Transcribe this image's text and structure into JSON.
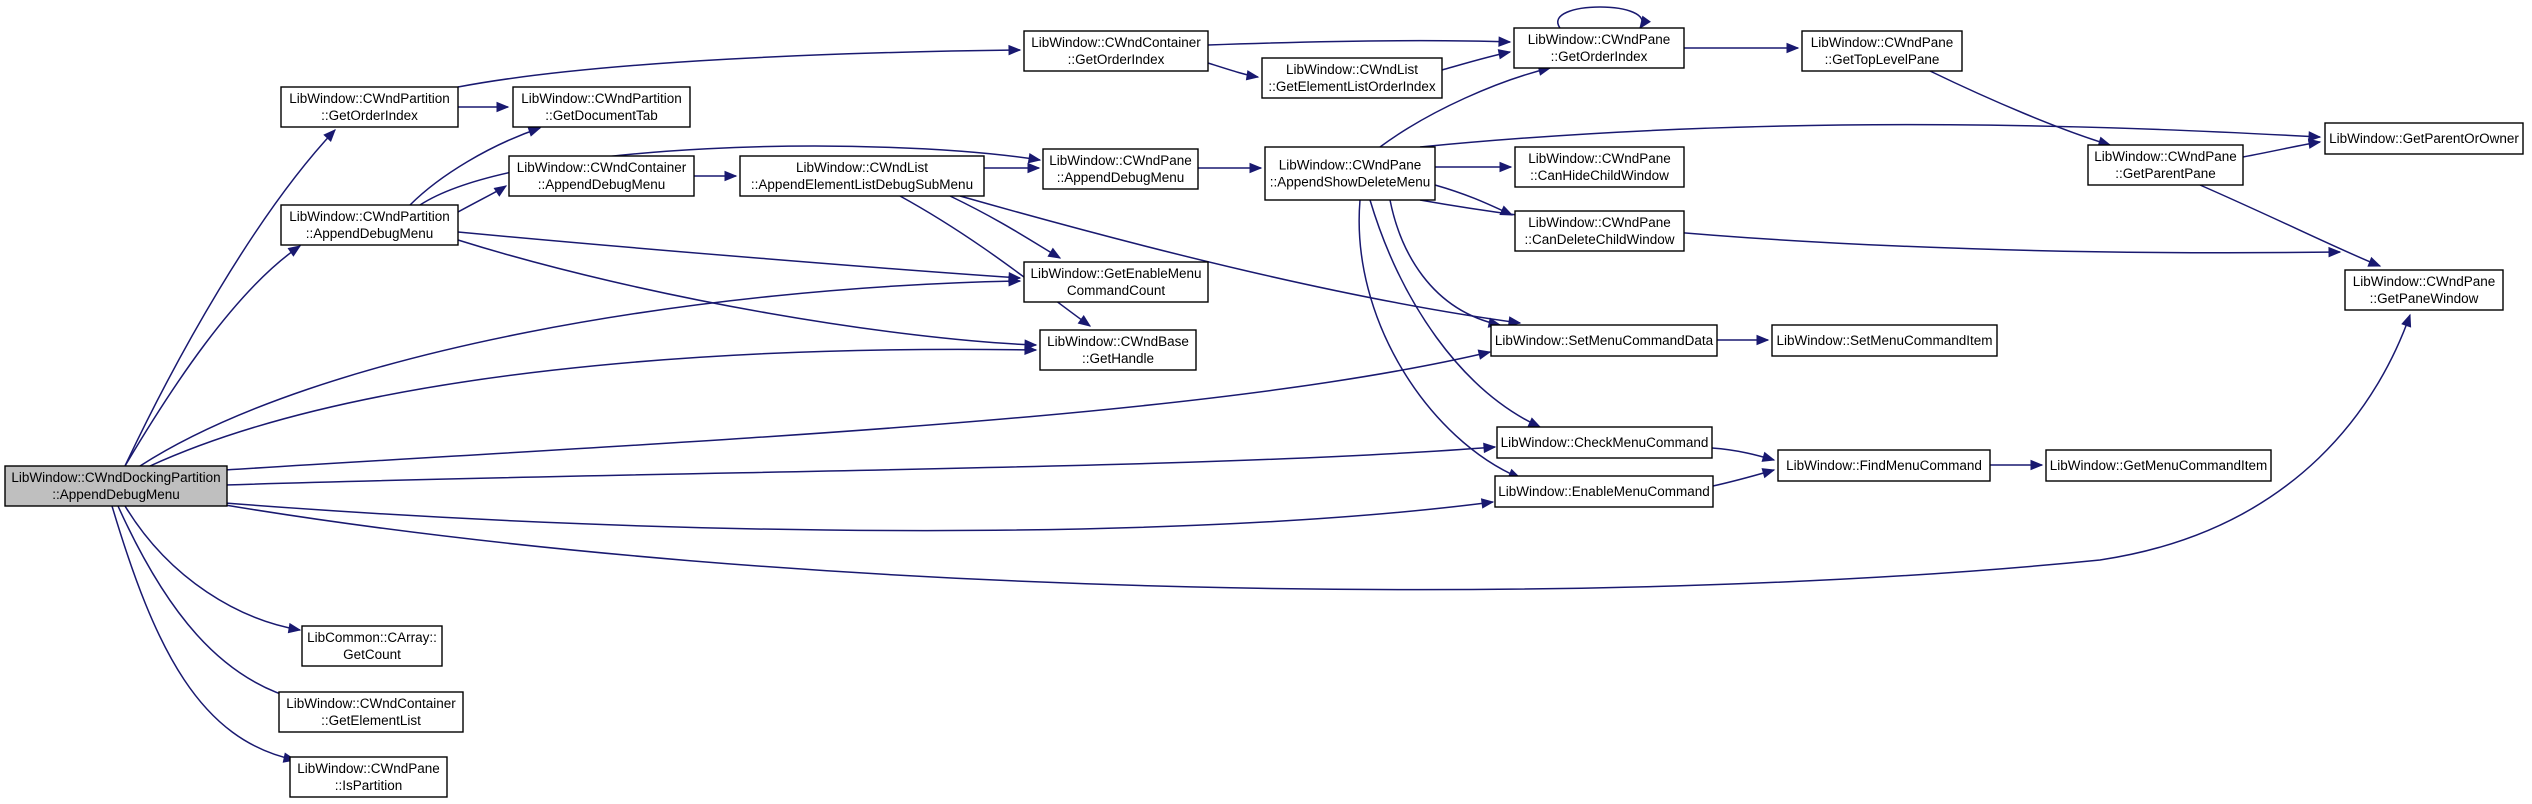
{
  "colors": {
    "edge": "#191970",
    "node_border": "#000000",
    "node_fill": "#ffffff",
    "root_fill": "#bfbfbf"
  },
  "nodes": [
    {
      "id": "root",
      "label": [
        "LibWindow::CWndDockingPartition",
        "::AppendDebugMenu"
      ],
      "root": true
    },
    {
      "id": "p_getorder",
      "label": [
        "LibWindow::CWndPartition",
        "::GetOrderIndex"
      ]
    },
    {
      "id": "p_appenddbg",
      "label": [
        "LibWindow::CWndPartition",
        "::AppendDebugMenu"
      ]
    },
    {
      "id": "p_getdoctab",
      "label": [
        "LibWindow::CWndPartition",
        "::GetDocumentTab"
      ]
    },
    {
      "id": "c_appenddbg",
      "label": [
        "LibWindow::CWndContainer",
        "::AppendDebugMenu"
      ]
    },
    {
      "id": "c_getorder",
      "label": [
        "LibWindow::CWndContainer",
        "::GetOrderIndex"
      ]
    },
    {
      "id": "l_getelemorder",
      "label": [
        "LibWindow::CWndList",
        "::GetElementListOrderIndex"
      ]
    },
    {
      "id": "l_appendsub",
      "label": [
        "LibWindow::CWndList",
        "::AppendElementListDebugSubMenu"
      ]
    },
    {
      "id": "pane_appenddbg",
      "label": [
        "LibWindow::CWndPane",
        "::AppendDebugMenu"
      ]
    },
    {
      "id": "pane_getorder",
      "label": [
        "LibWindow::CWndPane",
        "::GetOrderIndex"
      ]
    },
    {
      "id": "pane_gettop",
      "label": [
        "LibWindow::CWndPane",
        "::GetTopLevelPane"
      ]
    },
    {
      "id": "pane_showdel",
      "label": [
        "LibWindow::CWndPane",
        "::AppendShowDeleteMenu"
      ]
    },
    {
      "id": "pane_canhide",
      "label": [
        "LibWindow::CWndPane",
        "::CanHideChildWindow"
      ]
    },
    {
      "id": "pane_candel",
      "label": [
        "LibWindow::CWndPane",
        "::CanDeleteChildWindow"
      ]
    },
    {
      "id": "geten",
      "label": [
        "LibWindow::GetEnableMenu",
        "CommandCount"
      ]
    },
    {
      "id": "base_gethandle",
      "label": [
        "LibWindow::CWndBase",
        "::GetHandle"
      ]
    },
    {
      "id": "setdata",
      "label": [
        "LibWindow::SetMenuCommandData"
      ]
    },
    {
      "id": "setitem",
      "label": [
        "LibWindow::SetMenuCommandItem"
      ]
    },
    {
      "id": "check",
      "label": [
        "LibWindow::CheckMenuCommand"
      ]
    },
    {
      "id": "enable",
      "label": [
        "LibWindow::EnableMenuCommand"
      ]
    },
    {
      "id": "find",
      "label": [
        "LibWindow::FindMenuCommand"
      ]
    },
    {
      "id": "getitem",
      "label": [
        "LibWindow::GetMenuCommandItem"
      ]
    },
    {
      "id": "pane_getparent",
      "label": [
        "LibWindow::CWndPane",
        "::GetParentPane"
      ]
    },
    {
      "id": "getparentowner",
      "label": [
        "LibWindow::GetParentOrOwner"
      ]
    },
    {
      "id": "pane_getwin",
      "label": [
        "LibWindow::CWndPane",
        "::GetPaneWindow"
      ]
    },
    {
      "id": "carray_count",
      "label": [
        "LibCommon::CArray::",
        "GetCount"
      ]
    },
    {
      "id": "c_getelem",
      "label": [
        "LibWindow::CWndContainer",
        "::GetElementList"
      ]
    },
    {
      "id": "pane_ispart",
      "label": [
        "LibWindow::CWndPane",
        "::IsPartition"
      ]
    }
  ],
  "edges": [
    [
      "root",
      "p_getorder"
    ],
    [
      "root",
      "p_appenddbg"
    ],
    [
      "root",
      "geten"
    ],
    [
      "root",
      "base_gethandle"
    ],
    [
      "root",
      "setdata"
    ],
    [
      "root",
      "check"
    ],
    [
      "root",
      "enable"
    ],
    [
      "root",
      "pane_getwin"
    ],
    [
      "root",
      "carray_count"
    ],
    [
      "root",
      "c_getelem"
    ],
    [
      "root",
      "pane_ispart"
    ],
    [
      "p_getorder",
      "c_getorder"
    ],
    [
      "p_getorder",
      "p_getdoctab"
    ],
    [
      "p_appenddbg",
      "p_getdoctab"
    ],
    [
      "p_appenddbg",
      "c_appenddbg"
    ],
    [
      "p_appenddbg",
      "pane_appenddbg"
    ],
    [
      "p_appenddbg",
      "geten"
    ],
    [
      "p_appenddbg",
      "base_gethandle"
    ],
    [
      "c_appenddbg",
      "l_appendsub"
    ],
    [
      "c_getorder",
      "pane_getorder"
    ],
    [
      "c_getorder",
      "l_getelemorder"
    ],
    [
      "l_getelemorder",
      "pane_getorder"
    ],
    [
      "l_appendsub",
      "pane_appenddbg"
    ],
    [
      "l_appendsub",
      "geten"
    ],
    [
      "l_appendsub",
      "base_gethandle"
    ],
    [
      "l_appendsub",
      "setdata"
    ],
    [
      "pane_appenddbg",
      "pane_showdel"
    ],
    [
      "pane_getorder",
      "pane_getorder"
    ],
    [
      "pane_getorder",
      "pane_gettop"
    ],
    [
      "pane_gettop",
      "pane_getparent"
    ],
    [
      "pane_showdel",
      "pane_getorder"
    ],
    [
      "pane_showdel",
      "getparentowner"
    ],
    [
      "pane_showdel",
      "pane_canhide"
    ],
    [
      "pane_showdel",
      "pane_candel"
    ],
    [
      "pane_showdel",
      "pane_getwin"
    ],
    [
      "pane_showdel",
      "setdata"
    ],
    [
      "pane_showdel",
      "check"
    ],
    [
      "pane_showdel",
      "enable"
    ],
    [
      "setdata",
      "setitem"
    ],
    [
      "check",
      "find"
    ],
    [
      "enable",
      "find"
    ],
    [
      "find",
      "getitem"
    ],
    [
      "pane_getparent",
      "getparentowner"
    ],
    [
      "pane_getparent",
      "pane_getwin"
    ]
  ]
}
